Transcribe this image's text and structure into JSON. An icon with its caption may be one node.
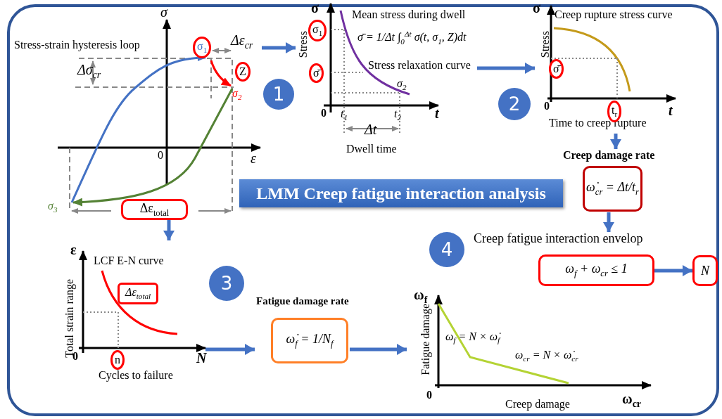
{
  "diagram": {
    "title": "LMM Creep fatigue interaction analysis",
    "nodes": [
      {
        "text": [
          "Stress-strain hysteresis loop"
        ]
      },
      {
        "text": [
          "Mean stress during dwell",
          "σ̄ = 1/Δt ∫$_{0}$$^{Δt}$ σ(t, σ$_{1}$, Z)dt",
          "Stress relaxation curve"
        ]
      },
      {
        "text": [
          "Creep rupture stress curve",
          "Time to creep rupture"
        ]
      },
      {
        "text": [
          "Creep damage rate",
          "ω̇$_{cr}$ = Δt/t$_{r}$"
        ]
      },
      {
        "text": [
          "Δε$_{total}$"
        ],
        "in": 0
      },
      {
        "text": [
          "LCF E-N curve",
          "Cycles to failure"
        ]
      },
      {
        "text": [
          "Fatigue damage rate",
          "ω̇$_{f}$ = 1/N$_{f}$"
        ]
      },
      {
        "text": [],
        "shape": "picture"
      },
      {
        "text": [
          "Creep fatigue interaction envelop",
          "ω$_{f}$ + ω$_{cr}$ ≤ 1"
        ]
      },
      {
        "text": [
          "N"
        ]
      },
      {
        "text": [
          "1"
        ]
      },
      {
        "text": [
          "2"
        ]
      },
      {
        "text": [
          "3"
        ]
      },
      {
        "text": [
          "4"
        ]
      }
    ],
    "edges": [
      {
        "from": 0,
        "to": 1,
        "arrow": "to"
      },
      {
        "from": 1,
        "to": 2,
        "arrow": "to"
      },
      {
        "from": 2,
        "to": 3,
        "arrow": "to"
      },
      {
        "from": 3,
        "to": 8,
        "arrow": "to"
      },
      {
        "from": 8,
        "to": 9,
        "arrow": "to"
      },
      {
        "from": 4,
        "to": 5,
        "arrow": "to"
      },
      {
        "from": 5,
        "to": 6,
        "arrow": "to"
      },
      {
        "from": 6,
        "to": 7,
        "arrow": "to"
      }
    ],
    "labels": [
      "σ",
      "σ$_{1}$",
      "Δε$_{cr}$",
      "Δσ$_{cr}$",
      "Z",
      "σ$_{2}$",
      "ε",
      "0",
      "σ$_{3}$",
      "σ",
      "σ$_{1}$",
      "Stress",
      "σ̄",
      "σ$_{2}$",
      "0",
      "t$_{1}$",
      "t$_{2}$",
      "t",
      "Δt",
      "Dwell time",
      "σ",
      "Stress",
      "σ̄",
      "0",
      "t$_{r}$",
      "t",
      "ε",
      "Total strain range",
      "Δε$_{total}$",
      "0",
      "n",
      "N",
      "ω$_{f}$",
      "Fatigue damage",
      "ω$_{f}$ = N × ω̇$_{f}$",
      "ω$_{cr}$ = N × ω̇$_{cr}$",
      "0",
      "Creep damage",
      "ω$_{cr}$"
    ]
  }
}
